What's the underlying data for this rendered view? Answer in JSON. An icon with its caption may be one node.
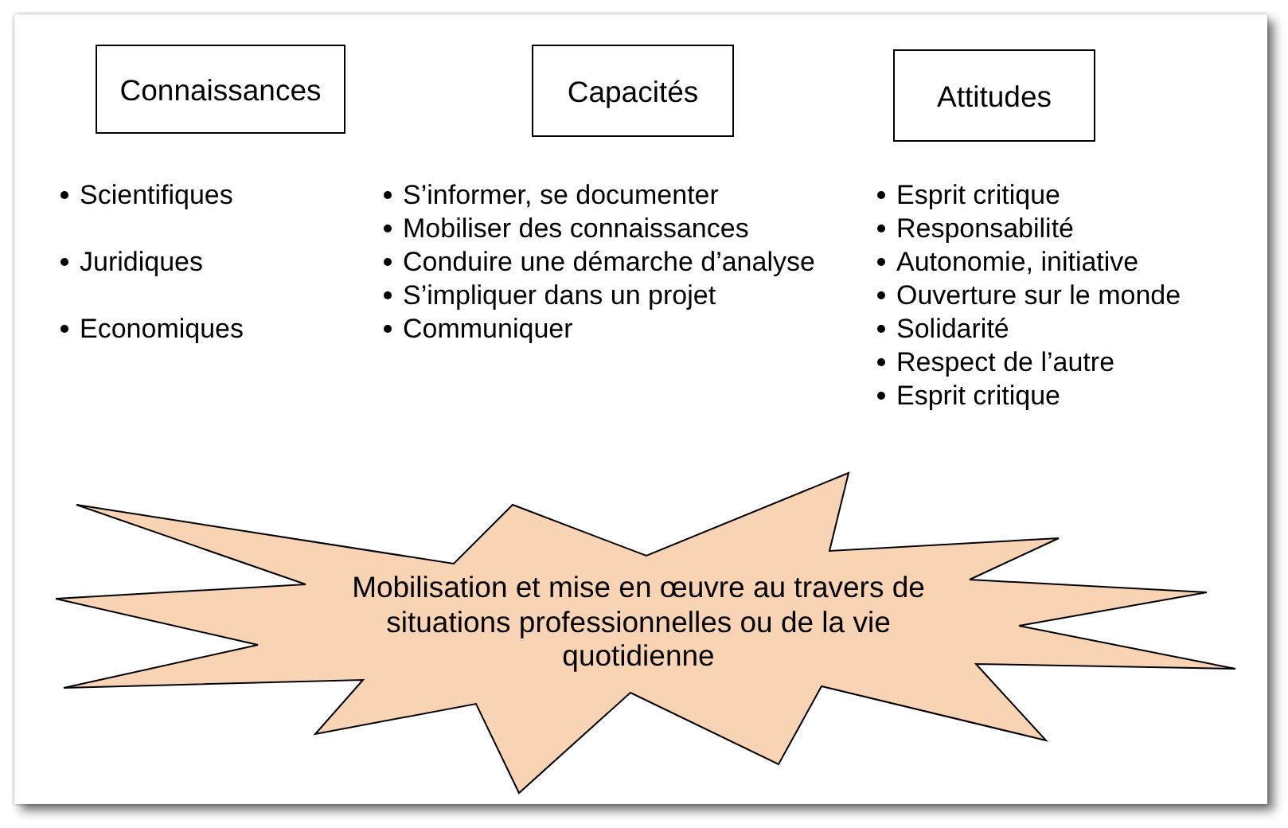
{
  "diagram": {
    "nodes": [
      {
        "text": [
          "Connaissances"
        ],
        "beside": [
          "Scientifiques",
          "Juridiques",
          "Economiques"
        ]
      },
      {
        "text": [
          "Capacités"
        ],
        "beside": [
          "S’informer, se documenter",
          "Mobiliser des connaissances",
          "Conduire une démarche d’analyse",
          "S’impliquer dans un projet",
          "Communiquer"
        ]
      },
      {
        "text": [
          "Attitudes"
        ],
        "beside": [
          "Esprit critique",
          "Responsabilité",
          "Autonomie, initiative",
          "Ouverture sur le monde",
          "Solidarité",
          "Respect de l’autre",
          "Esprit critique"
        ]
      },
      {
        "text": [
          "Mobilisation et mise en œuvre au travers de situations professionnelles ou de la vie quotidienne"
        ]
      }
    ]
  }
}
